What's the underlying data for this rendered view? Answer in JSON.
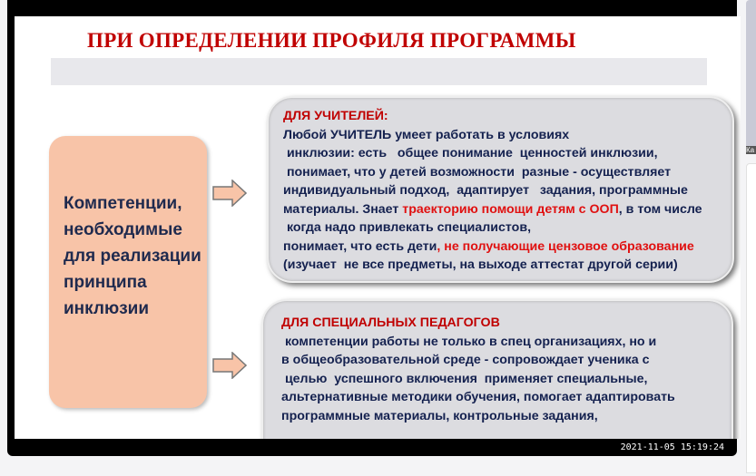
{
  "slide": {
    "title": "ПРИ ОПРЕДЕЛЕНИИ ПРОФИЛЯ ПРОГРАММЫ",
    "left_box": "Компетенции, необходимые для реализации принципа инклюзии",
    "teachers": {
      "heading": "ДЛЯ УЧИТЕЛЕЙ:",
      "p1": "Любой УЧИТЕЛЬ умеет работать в условиях",
      "p2": " инклюзии: есть   общее понимание  ценностей инклюзии,",
      "p3": " понимает, что у детей возможности  разные - осуществляет",
      "p4": "индивидуальный подход,  адаптирует   задания, программные",
      "p5a": "материалы. Знает ",
      "p5b": "траекторию помощи детям  с ООП",
      "p5c": ", в том числе",
      "p6": " когда надо привлекать специалистов,",
      "p7a": "понимает, что есть дети",
      "p7b": ", не получающие цензовое образование",
      "p8": "(изучает  не все предметы, на выходе аттестат другой серии)"
    },
    "specialists": {
      "heading": "ДЛЯ СПЕЦИАЛЬНЫХ ПЕДАГОГОВ",
      "p1": " компетенции работы не только в спец организациях, но и",
      "p2": "в общеобразовательной среде - сопровождает ученика с",
      "p3": " целью  успешного включения  применяет специальные,",
      "p4": "альтернативные методики обучения,  помогает адаптировать",
      "p5": "программные материалы, контрольные  задания,"
    }
  },
  "timestamp": "2021-11-05  15:19:24",
  "side_thumb_label": "Ка"
}
